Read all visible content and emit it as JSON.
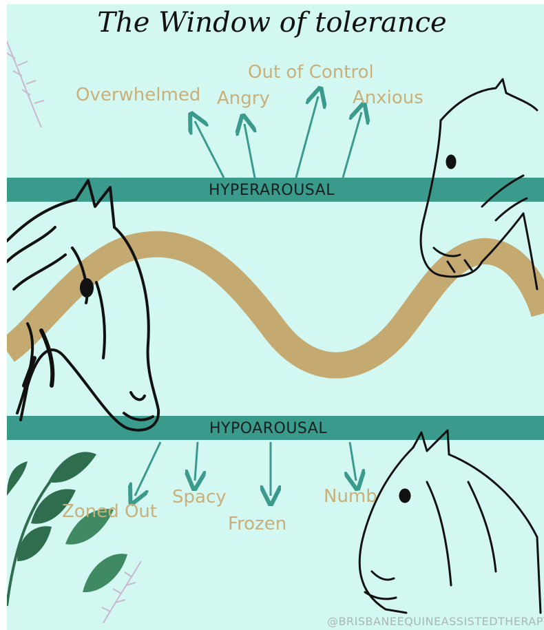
{
  "title": "The Window of tolerance",
  "hyper": {
    "label": "HYPERAROUSAL",
    "states": [
      "Overwhelmed",
      "Angry",
      "Out of Control",
      "Anxious"
    ]
  },
  "hypo": {
    "label": "HYPOAROUSAL",
    "states": [
      "Zoned Out",
      "Spacy",
      "Frozen",
      "Numb"
    ]
  },
  "credit": "@BRISBANEEQUINEASSISTEDTHERAPY",
  "colors": {
    "background": "#d3f7f1",
    "band": "#3a9a8c",
    "wave": "#c4aa70",
    "arrow": "#3a9a8c",
    "words": "#c9b07a"
  },
  "icons": [
    "horse-head-icon",
    "leaf-icon"
  ]
}
